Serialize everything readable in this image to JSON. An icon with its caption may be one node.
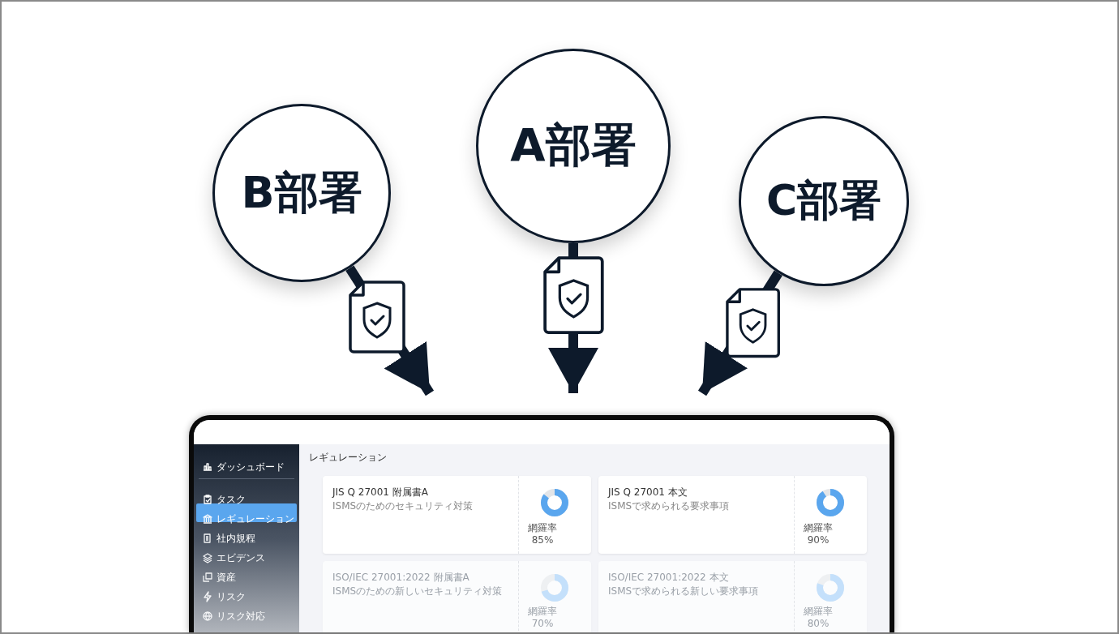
{
  "diagram": {
    "nodes": [
      {
        "text": [
          "A部署"
        ]
      },
      {
        "text": [
          "B部署"
        ]
      },
      {
        "text": [
          "C部署"
        ]
      },
      {
        "text": [],
        "shape": "box"
      }
    ],
    "edges": [
      {
        "from": 0,
        "to": 3,
        "arrow": "to"
      },
      {
        "from": 1,
        "to": 3,
        "arrow": "to"
      },
      {
        "from": 2,
        "to": 3,
        "arrow": "to"
      }
    ],
    "labels": [
      "ダッシュボード",
      "タスク",
      "レギュレーション",
      "社内規程",
      "エビデンス",
      "資産",
      "リスク",
      "リスク対応",
      "レギュレーション",
      "JIS Q 27001 附属書A",
      "ISMSのためのセキュリティ対策",
      "網羅率",
      "85%",
      "JIS Q 27001 本文",
      "ISMSで求められる要求事項",
      "網羅率",
      "90%",
      "ISO/IEC 27001:2022 附属書A",
      "ISMSのための新しいセキュリティ対策",
      "網羅率",
      "70%",
      "ISO/IEC 27001:2022 本文",
      "ISMSで求められる新しい要求事項",
      "網羅率",
      "80%"
    ]
  }
}
